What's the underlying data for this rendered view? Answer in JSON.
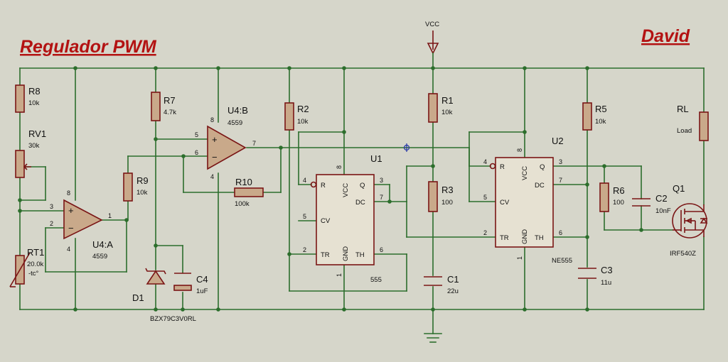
{
  "title": "Regulador PWM",
  "author": "David",
  "vcc_label": "VCC",
  "components": {
    "r8": {
      "ref": "R8",
      "value": "10k"
    },
    "rv1": {
      "ref": "RV1",
      "value": "30k"
    },
    "rt1": {
      "ref": "RT1",
      "value": "20.0k",
      "extra": "-tc°"
    },
    "r7": {
      "ref": "R7",
      "value": "4.7k"
    },
    "r9": {
      "ref": "R9",
      "value": "10k"
    },
    "u4a": {
      "ref": "U4:A",
      "value": "4559"
    },
    "u4b": {
      "ref": "U4:B",
      "value": "4559"
    },
    "r10": {
      "ref": "R10",
      "value": "100k"
    },
    "d1": {
      "ref": "D1",
      "value": "BZX79C3V0RL"
    },
    "c4": {
      "ref": "C4",
      "value": "1uF"
    },
    "r2": {
      "ref": "R2",
      "value": "10k"
    },
    "u1": {
      "ref": "U1",
      "value": "555"
    },
    "r1": {
      "ref": "R1",
      "value": "10k"
    },
    "r3": {
      "ref": "R3",
      "value": "100"
    },
    "c1": {
      "ref": "C1",
      "value": "22u"
    },
    "u2": {
      "ref": "U2",
      "value": "NE555"
    },
    "r5": {
      "ref": "R5",
      "value": "10k"
    },
    "c3": {
      "ref": "C3",
      "value": "11u"
    },
    "r6": {
      "ref": "R6",
      "value": "100"
    },
    "c2": {
      "ref": "C2",
      "value": "10nF"
    },
    "rl": {
      "ref": "RL",
      "value": "Load"
    },
    "q1": {
      "ref": "Q1",
      "value": "IRF540Z"
    }
  },
  "chip_pins": {
    "r": "R",
    "vcc": "VCC",
    "q": "Q",
    "dc": "DC",
    "cv": "CV",
    "tr": "TR",
    "gnd": "GND",
    "th": "TH"
  },
  "opamp_signs": {
    "plus": "+",
    "minus": "−"
  },
  "pin_numbers": {
    "p1": "1",
    "p2": "2",
    "p3": "3",
    "p4": "4",
    "p5": "5",
    "p6": "6",
    "p7": "7",
    "p8": "8"
  }
}
